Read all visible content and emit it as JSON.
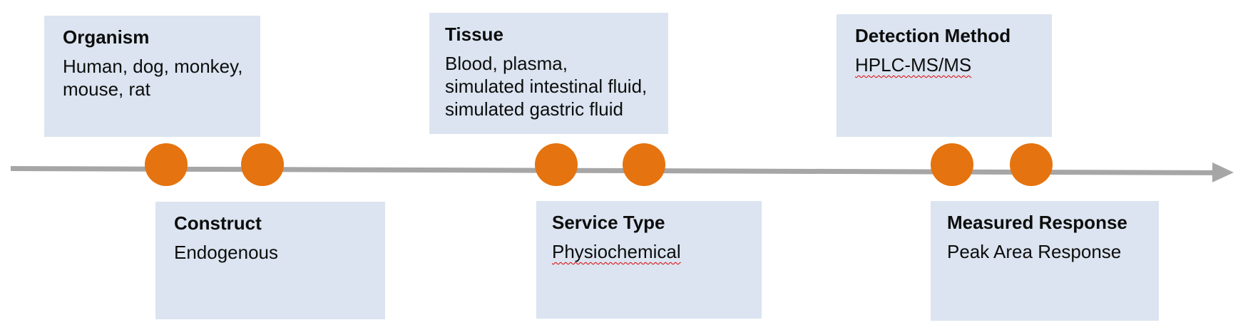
{
  "diagram": {
    "type": "horizontal-timeline",
    "cards_above": [
      {
        "title": "Organism",
        "body": "Human, dog, monkey,\nmouse, rat"
      },
      {
        "title": "Tissue",
        "body": "Blood, plasma,\nsimulated intestinal fluid,\nsimulated gastric fluid"
      },
      {
        "title": "Detection Method",
        "body": "HPLC-MS/MS",
        "spellcheck_flagged": true
      }
    ],
    "cards_below": [
      {
        "title": "Construct",
        "body": "Endogenous"
      },
      {
        "title": "Service Type",
        "body": "Physiochemical",
        "spellcheck_flagged": true
      },
      {
        "title": "Measured Response",
        "body": "Peak Area Response"
      }
    ],
    "axis": {
      "shape": "arrow",
      "direction": "right"
    },
    "markers": {
      "shape": "circle",
      "count": 6,
      "arrangement": "three pairs on the axis"
    }
  },
  "colors": {
    "card_background": "#dbe4f0",
    "axis_gray": "#a6a6a6",
    "marker_orange": "#e5730f",
    "text": "#0d0d0d",
    "spellcheck_squiggle": "#e00000"
  }
}
